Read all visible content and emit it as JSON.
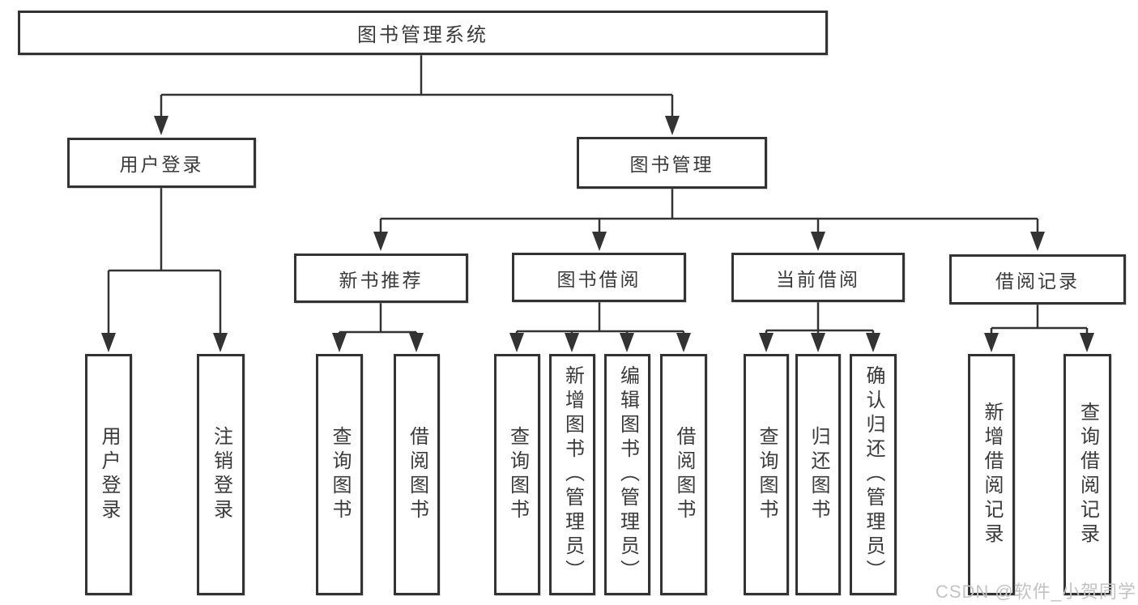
{
  "tree": {
    "label": "图书管理系统",
    "children": [
      {
        "label": "用户登录",
        "children": [
          {
            "label": "用户登录"
          },
          {
            "label": "注销登录"
          }
        ]
      },
      {
        "label": "图书管理",
        "children": [
          {
            "label": "新书推荐",
            "children": [
              {
                "label": "查询图书"
              },
              {
                "label": "借阅图书"
              }
            ]
          },
          {
            "label": "图书借阅",
            "children": [
              {
                "label": "查询图书"
              },
              {
                "label": "新增图书（管理员）"
              },
              {
                "label": "编辑图书（管理员）"
              },
              {
                "label": "借阅图书"
              }
            ]
          },
          {
            "label": "当前借阅",
            "children": [
              {
                "label": "查询图书"
              },
              {
                "label": "归还图书"
              },
              {
                "label": "确认归还（管理员）"
              }
            ]
          },
          {
            "label": "借阅记录",
            "children": [
              {
                "label": "新增借阅记录"
              },
              {
                "label": "查询借阅记录"
              }
            ]
          }
        ]
      }
    ]
  },
  "watermark": {
    "text": "CSDN @软件_小贺同学"
  },
  "colors": {
    "line": "#333333",
    "box_border": "#333333",
    "box_background": "#ffffff",
    "text": "#3a3a3a",
    "watermark": "#c3c3c3"
  }
}
